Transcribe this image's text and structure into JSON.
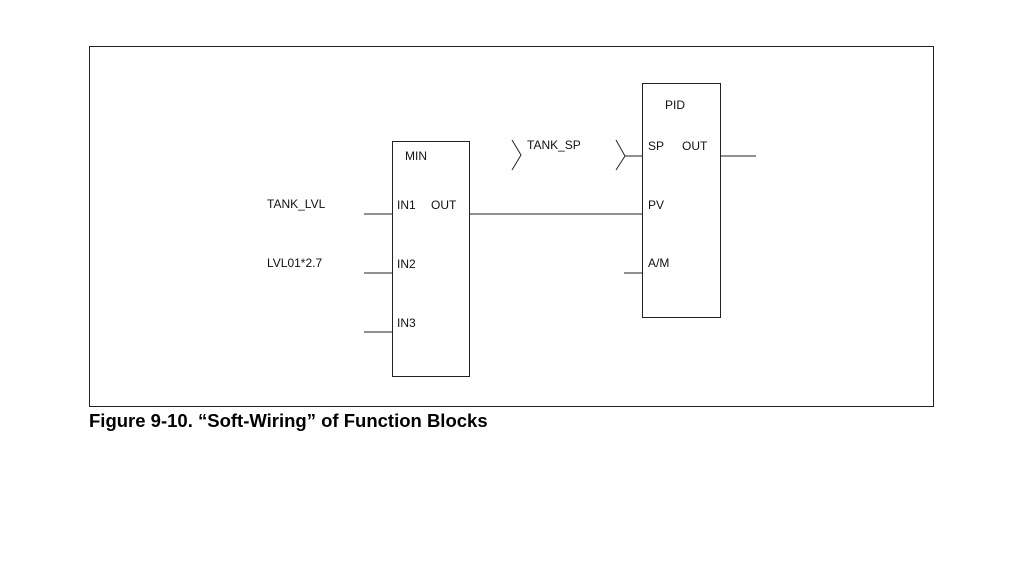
{
  "figure": {
    "caption": "Figure 9-10. “Soft-Wiring” of Function Blocks"
  },
  "inputs": {
    "tank_lvl": "TANK_LVL",
    "lvl01": "LVL01*2.7",
    "tank_sp": "TANK_SP"
  },
  "min_block": {
    "title": "MIN",
    "in1": "IN1",
    "in2": "IN2",
    "in3": "IN3",
    "out": "OUT"
  },
  "pid_block": {
    "title": "PID",
    "sp": "SP",
    "out": "OUT",
    "pv": "PV",
    "am": "A/M"
  }
}
